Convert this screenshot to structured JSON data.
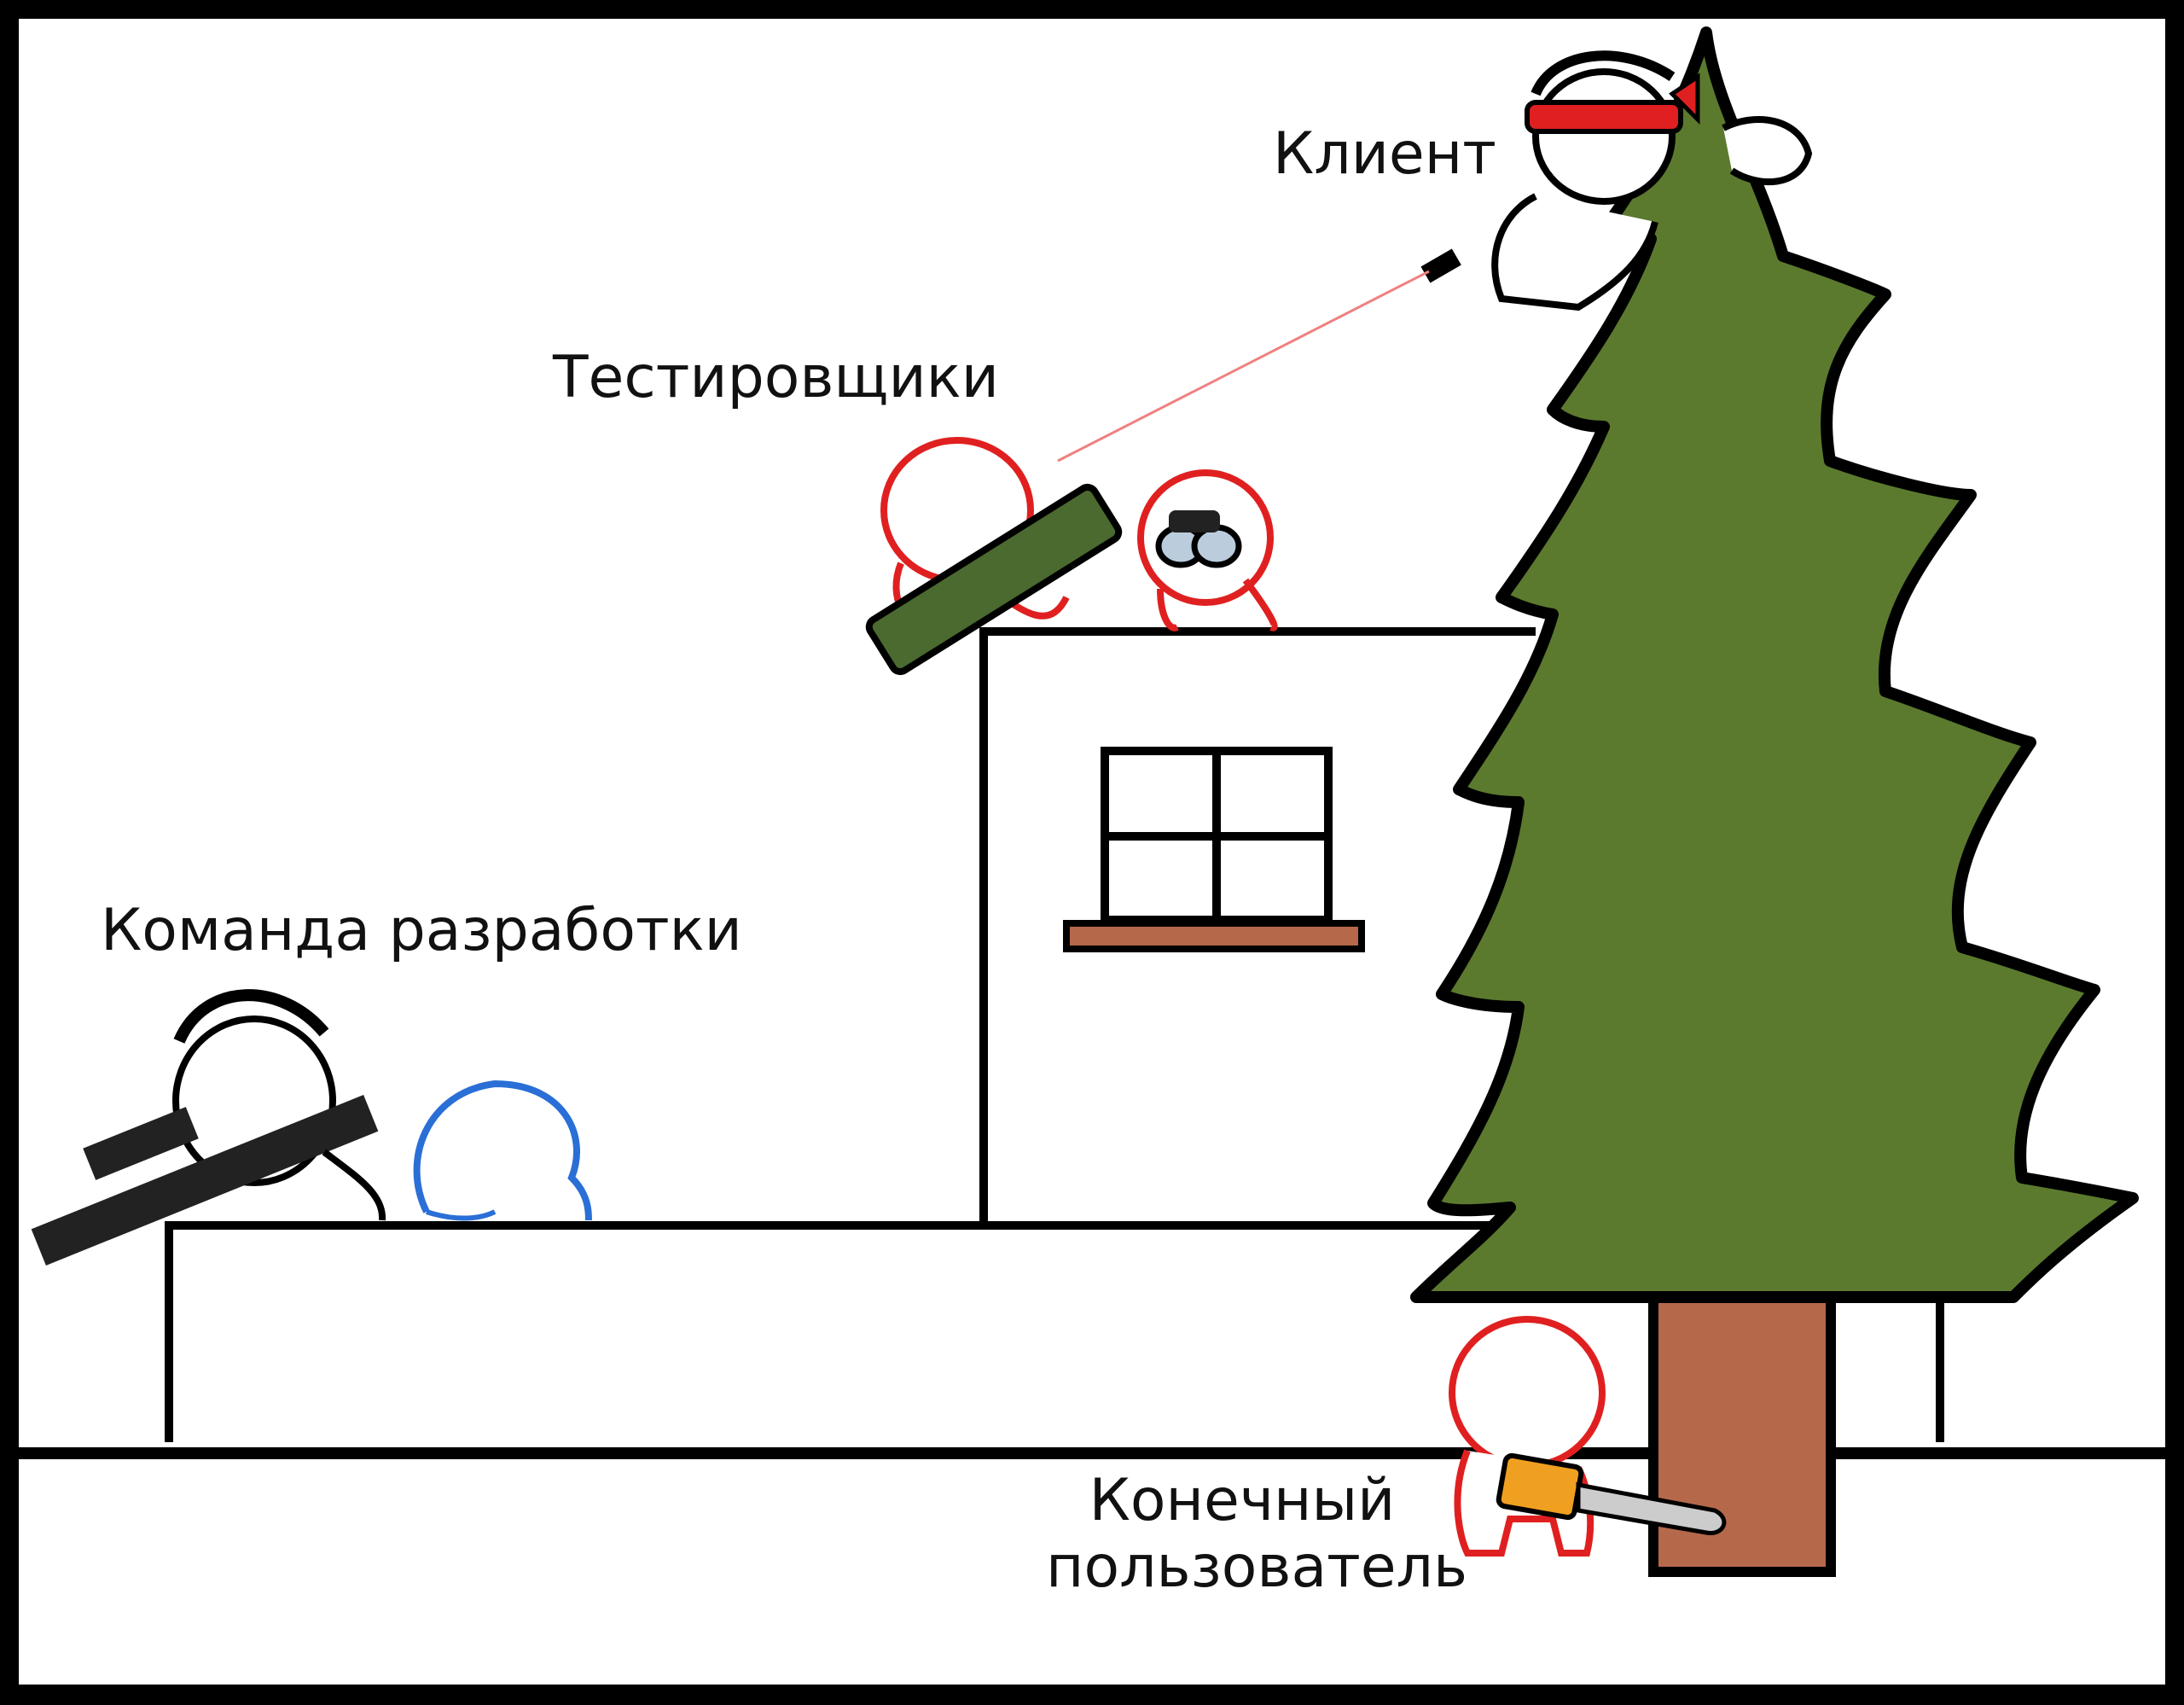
{
  "labels": {
    "client": "Клиент",
    "testers": "Тестировщики",
    "dev_team": "Команда разработки",
    "end_user_line1": "Конечный",
    "end_user_line2": "пользователь"
  },
  "colors": {
    "tree": "#5b7a2e",
    "trunk": "#b5694a",
    "window_sill": "#b5694a",
    "bazooka": "#4a6a30",
    "tester": "#e02020",
    "dev_helper": "#2a6fd6",
    "headband": "#e02020",
    "chainsaw": "#f0a020"
  }
}
